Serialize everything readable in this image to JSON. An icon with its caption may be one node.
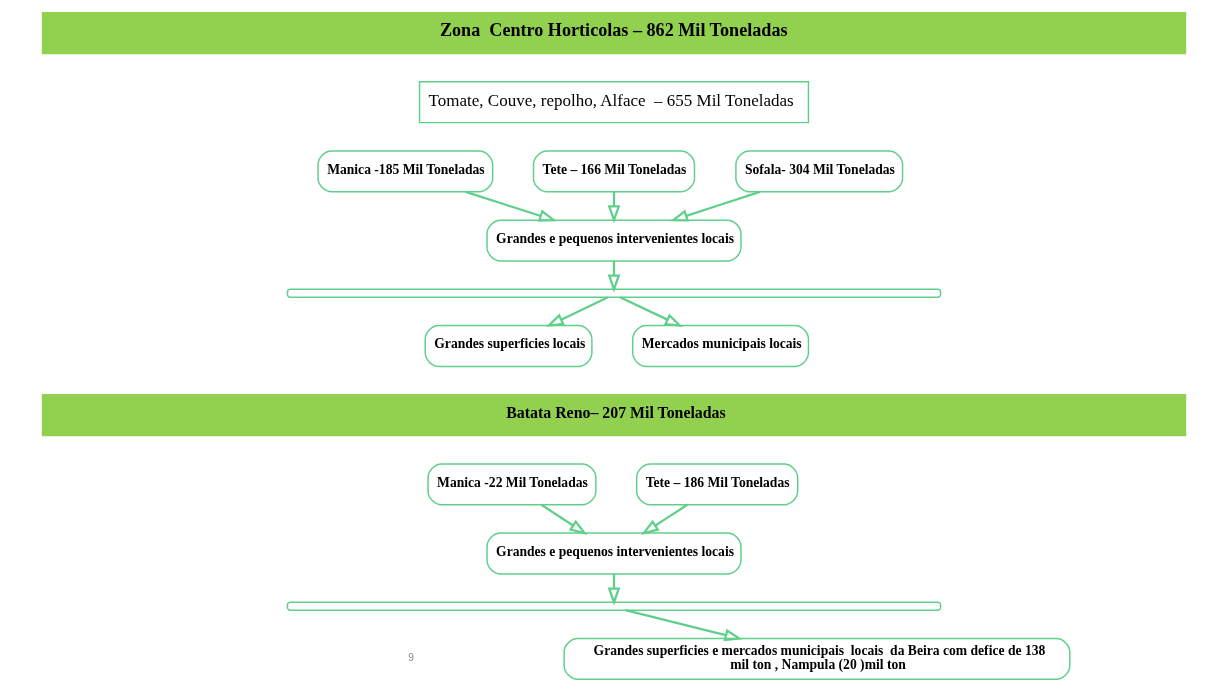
{
  "diagram": {
    "nodes": [
      {
        "text": [
          "Zona  Centro Horticolas – 862 Mil Toneladas"
        ]
      },
      {
        "text": [
          "Tomate, Couve, repolho, Alface  – 655 Mil Toneladas"
        ]
      },
      {
        "text": [
          "Manica -185 Mil Toneladas"
        ]
      },
      {
        "text": [
          "Tete – 166 Mil Toneladas"
        ]
      },
      {
        "text": [
          "Sofala- 304 Mil Toneladas"
        ]
      },
      {
        "text": [
          "Grandes e pequenos intervenientes locais"
        ]
      },
      {
        "text": [],
        "shape": "bar"
      },
      {
        "text": [
          "Grandes superficies locais"
        ]
      },
      {
        "text": [
          "Mercados municipais locais"
        ]
      },
      {
        "text": [
          "Batata Reno– 207 Mil Toneladas"
        ]
      },
      {
        "text": [
          "Manica -22 Mil Toneladas"
        ]
      },
      {
        "text": [
          "Tete – 186 Mil Toneladas"
        ]
      },
      {
        "text": [
          "Grandes e pequenos intervenientes locais"
        ]
      },
      {
        "text": [],
        "shape": "bar"
      },
      {
        "text": [
          "Grandes superficies e mercados municipais  locais  da Beira com defice de 138 mil ton , Nampula (20 )mil ton"
        ]
      }
    ],
    "edges": [
      {
        "from": 2,
        "to": 5,
        "arrow": "to"
      },
      {
        "from": 3,
        "to": 5,
        "arrow": "to"
      },
      {
        "from": 4,
        "to": 5,
        "arrow": "to"
      },
      {
        "from": 5,
        "to": 6,
        "arrow": "to"
      },
      {
        "from": 6,
        "to": 7,
        "arrow": "to"
      },
      {
        "from": 6,
        "to": 8,
        "arrow": "to"
      },
      {
        "from": 10,
        "to": 12,
        "arrow": "to"
      },
      {
        "from": 11,
        "to": 12,
        "arrow": "to"
      },
      {
        "from": 12,
        "to": 13,
        "arrow": "to"
      },
      {
        "from": 13,
        "to": 14,
        "arrow": "to"
      }
    ],
    "labels": [
      "9"
    ]
  }
}
